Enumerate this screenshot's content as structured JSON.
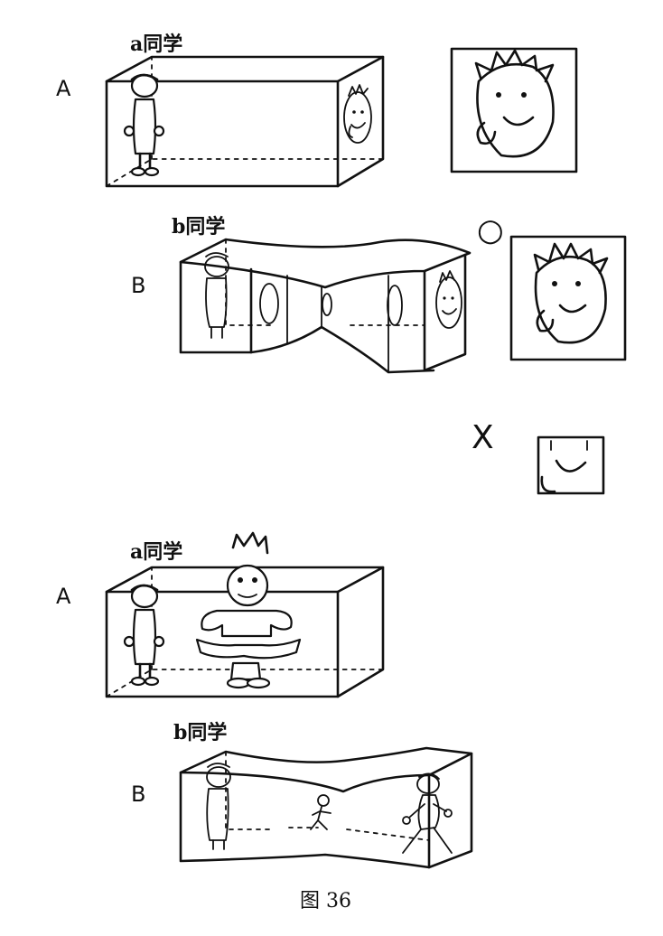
{
  "panels": {
    "top_a": {
      "row_letter": "A",
      "caption": "a同学"
    },
    "top_b": {
      "row_letter": "B",
      "caption": "b同学"
    },
    "bottom_a": {
      "row_letter": "A",
      "caption": "a同学"
    },
    "bottom_b": {
      "row_letter": "B",
      "caption": "b同学"
    }
  },
  "marks": {
    "correct": "○",
    "wrong": "X"
  },
  "figure_caption": "图 36"
}
